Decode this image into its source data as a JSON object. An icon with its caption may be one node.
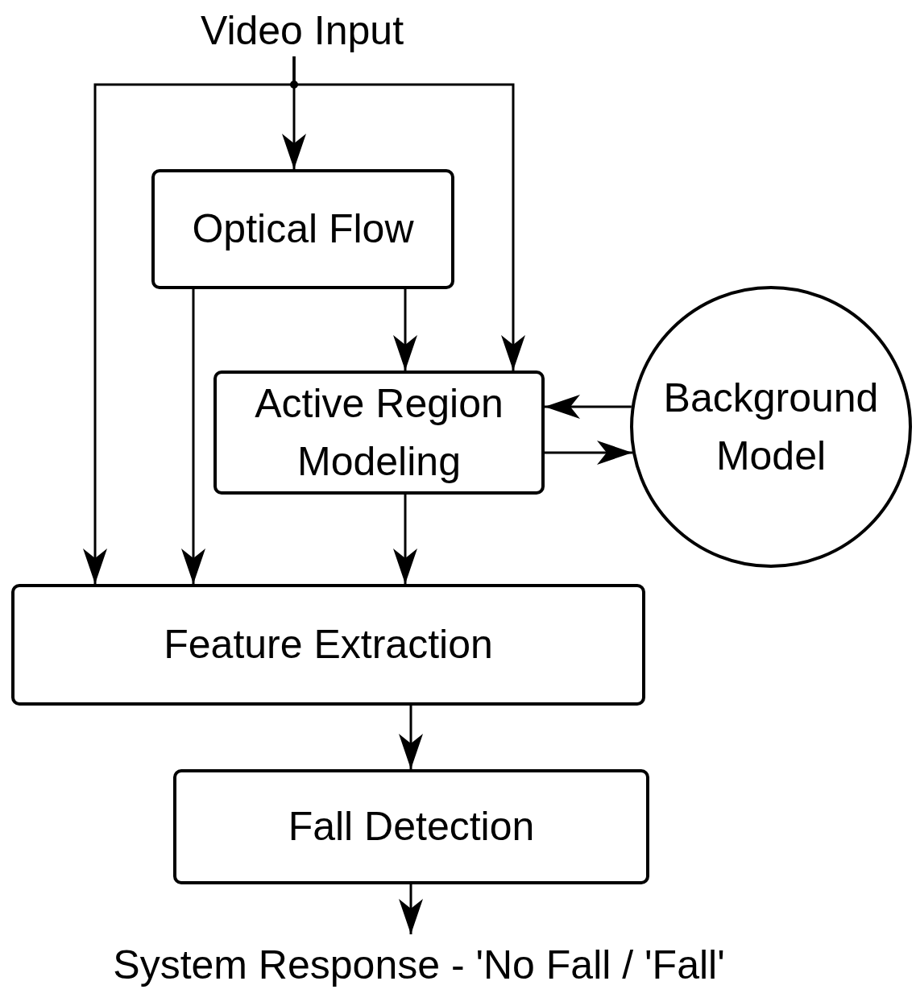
{
  "diagram": {
    "nodes": [
      {
        "text": [
          "Video Input"
        ]
      },
      {
        "text": [
          "Optical Flow"
        ]
      },
      {
        "text": [
          "Active Region Modeling"
        ]
      },
      {
        "text": [
          "Background Model"
        ]
      },
      {
        "text": [
          "Feature Extraction"
        ]
      },
      {
        "text": [
          "Fall Detection"
        ]
      },
      {
        "text": [
          "System Response - 'No Fall / 'Fall'"
        ]
      }
    ],
    "edges": [
      {
        "from": 0,
        "to": 1,
        "arrow": "to"
      },
      {
        "from": 0,
        "to": 2,
        "arrow": "to"
      },
      {
        "from": 0,
        "to": 4,
        "arrow": "to"
      },
      {
        "from": 1,
        "to": 2,
        "arrow": "to"
      },
      {
        "from": 1,
        "to": 4,
        "arrow": "to"
      },
      {
        "from": 3,
        "to": 2,
        "arrow": "to"
      },
      {
        "from": 2,
        "to": 3,
        "arrow": "to"
      },
      {
        "from": 2,
        "to": 4,
        "arrow": "to"
      },
      {
        "from": 4,
        "to": 5,
        "arrow": "to"
      },
      {
        "from": 5,
        "to": 6,
        "arrow": "to"
      }
    ]
  }
}
